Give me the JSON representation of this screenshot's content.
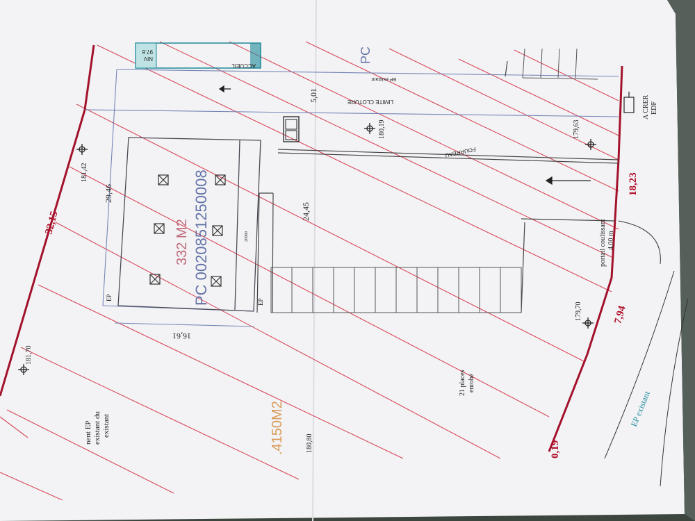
{
  "colors": {
    "paper": "#f4f4f6",
    "hatch": "#cf3145",
    "boundary": "#a3122b",
    "plan_line": "#6f7fb0",
    "ink": "#1f1f1f",
    "teal": "#1c8b9a"
  },
  "plan": {
    "building_area": "332 M2",
    "permit_number": "PC 0020851250008",
    "plot_area_partial": ".4150M2",
    "pc_label": "PC",
    "reception_label": "ACCUEIL",
    "fence_limit": "LIMITE CLOTURE",
    "existing_ep_top": "EP existant",
    "existing_ep_bottom": "EP existant",
    "conduit_label": "FOURREAU",
    "edf_line1": "A CRER",
    "edf_line2": "EDF",
    "sliding_gate_line1": "portail coulissant",
    "sliding_gate_line2": "4,00 m",
    "parking_line1": "21 places",
    "parking_line2": "enrobé",
    "ep_left": "EP",
    "ep_right": "EP",
    "note_line1": "nent EP",
    "note_line2": "existant du",
    "note_line3": "existant",
    "small_block_1": "97.6",
    "small_block_2": "NIV"
  },
  "dimensions": {
    "d_32_15": "32,15",
    "d_18_23": "18,23",
    "d_7_94": "7,94",
    "d_0_19": "0,19",
    "d_29_46": "29,46",
    "d_24_45": "24,45",
    "d_16_61": "16,61",
    "d_5_01": "5,01",
    "d_20_98": "20980"
  },
  "levels": {
    "l_181_42": "181,42",
    "l_181_70": "181,70",
    "l_180_19": "180,19",
    "l_179_63": "179,63",
    "l_179_70": "179,70",
    "l_180_80": "180,80"
  }
}
